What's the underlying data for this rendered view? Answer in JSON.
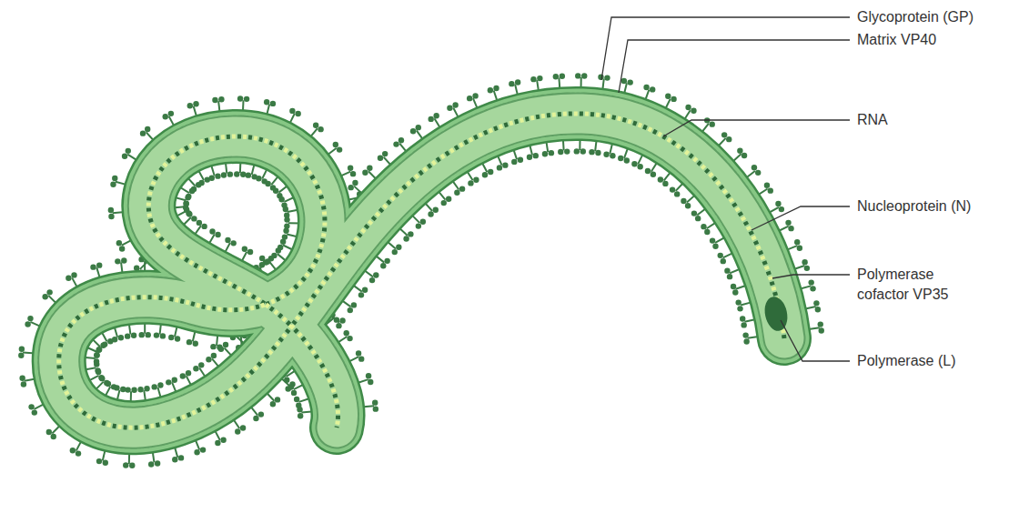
{
  "diagram": {
    "labels": [
      "Glycoprotein (GP)",
      "Matrix VP40",
      "RNA",
      "Nucleoprotein (N)",
      "Polymerase cofactor VP35",
      "Polymerase (L)"
    ]
  }
}
